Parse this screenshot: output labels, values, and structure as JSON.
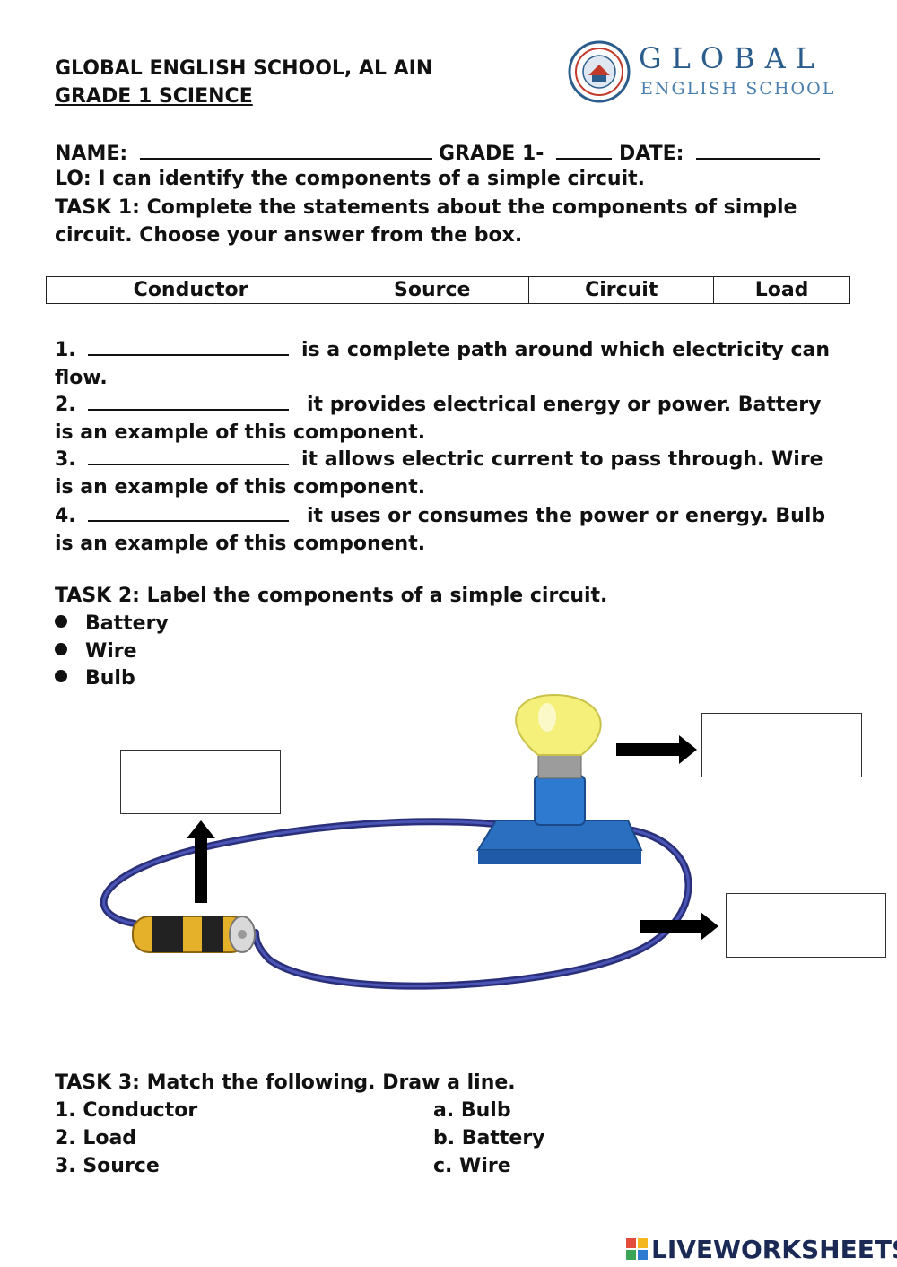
{
  "header": {
    "school": "GLOBAL ENGLISH SCHOOL, AL AIN",
    "grade": "GRADE 1 SCIENCE ",
    "logo_word": "GLOBAL",
    "logo_sub": "ENGLISH SCHOOL"
  },
  "student_info": {
    "name_label": "NAME:",
    "grade_label": "GRADE 1-",
    "date_label": "DATE:"
  },
  "lo": "LO: I can identify the components of a simple circuit.",
  "task1": {
    "title_line1": "TASK 1: Complete the statements about the components of simple",
    "title_line2": "circuit. Choose your answer from the box.",
    "word_box": [
      "Conductor",
      "Source",
      "Circuit",
      "Load"
    ],
    "questions": [
      {
        "num": "1.",
        "text": "is a complete path around which electricity can flow."
      },
      {
        "num": "2.",
        "text": "it provides electrical energy or power. Battery is an example of this component."
      },
      {
        "num": "3.",
        "text": "it allows electric current to pass through. Wire is an example of this component."
      },
      {
        "num": "4.",
        "text": "it uses or consumes the power or energy. Bulb is an example of this component."
      }
    ]
  },
  "task2": {
    "title": "TASK 2: Label the components of a simple circuit.",
    "items": [
      "Battery",
      "Wire",
      "Bulb"
    ]
  },
  "task3": {
    "title": "TASK 3: Match the following. Draw a line.",
    "left": [
      "1. Conductor",
      "2. Load",
      "3. Source"
    ],
    "right": [
      "a. Bulb",
      "b. Battery",
      "c. Wire"
    ]
  },
  "footer": {
    "watermark": "LIVEWORKSHEETS"
  },
  "colors": {
    "wire": "#2a2f7a",
    "bulb_glass": "#f4f07a",
    "bulb_base": "#2b6fc0",
    "battery": "#e6b12a",
    "logo": "#2b5d8c"
  }
}
